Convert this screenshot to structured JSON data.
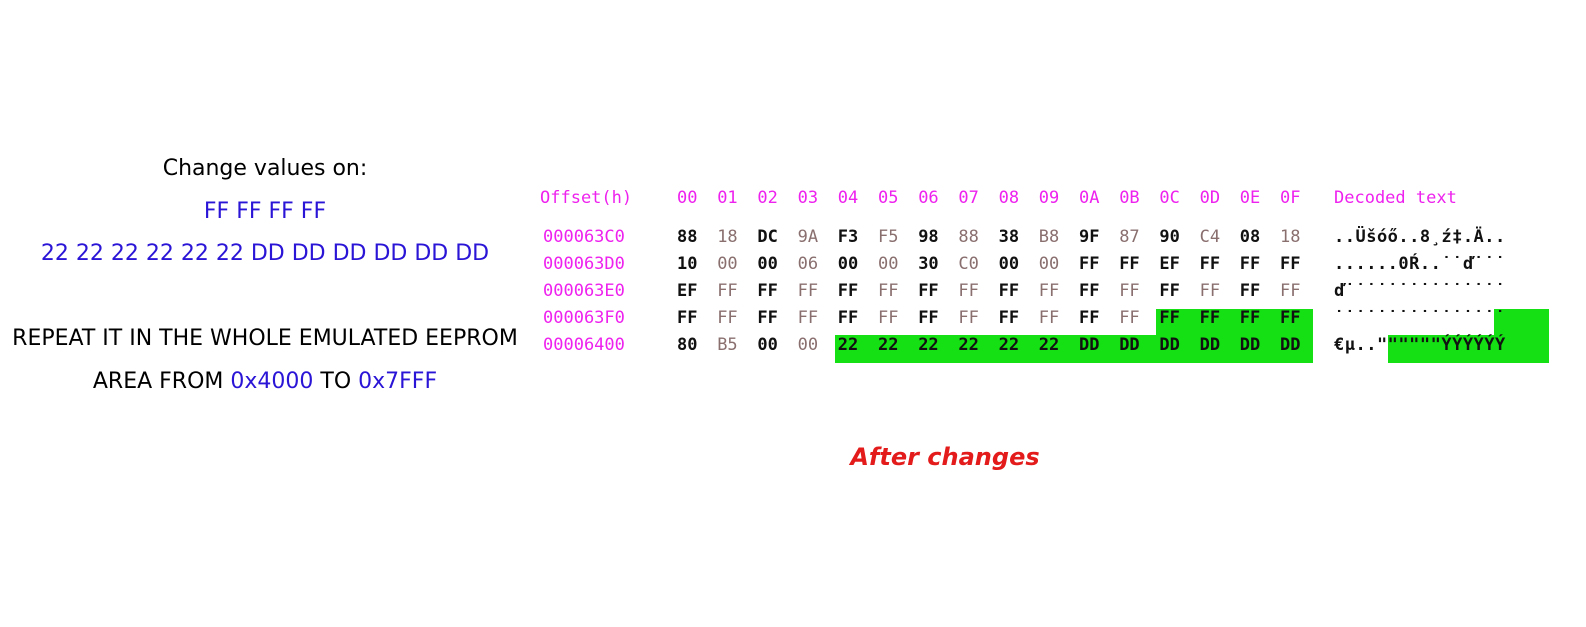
{
  "instructions": {
    "title": "Change values on:",
    "line1": "FF FF FF FF",
    "line2": "22 22 22 22 22 22 DD DD DD DD DD DD",
    "repeat_a": "REPEAT IT IN THE WHOLE EMULATED EEPROM",
    "repeat_b_prefix": "AREA FROM ",
    "repeat_b_start": "0x4000",
    "repeat_b_mid": " TO ",
    "repeat_b_end": "0x7FFF"
  },
  "hex_view": {
    "offset_header": "Offset(h)",
    "columns": [
      "00",
      "01",
      "02",
      "03",
      "04",
      "05",
      "06",
      "07",
      "08",
      "09",
      "0A",
      "0B",
      "0C",
      "0D",
      "0E",
      "0F"
    ],
    "decoded_header": "Decoded text",
    "rows": [
      {
        "offset": "000063C0",
        "bytes": [
          "88",
          "18",
          "DC",
          "9A",
          "F3",
          "F5",
          "98",
          "88",
          "38",
          "B8",
          "9F",
          "87",
          "90",
          "C4",
          "08",
          "18"
        ],
        "decoded": "..Üšóő..8¸ź‡.Ä.."
      },
      {
        "offset": "000063D0",
        "bytes": [
          "10",
          "00",
          "00",
          "06",
          "00",
          "00",
          "30",
          "C0",
          "00",
          "00",
          "FF",
          "FF",
          "EF",
          "FF",
          "FF",
          "FF"
        ],
        "decoded": "......0Ŕ..˙˙ď˙˙˙"
      },
      {
        "offset": "000063E0",
        "bytes": [
          "EF",
          "FF",
          "FF",
          "FF",
          "FF",
          "FF",
          "FF",
          "FF",
          "FF",
          "FF",
          "FF",
          "FF",
          "FF",
          "FF",
          "FF",
          "FF"
        ],
        "decoded": "ď˙˙˙˙˙˙˙˙˙˙˙˙˙˙˙"
      },
      {
        "offset": "000063F0",
        "bytes": [
          "FF",
          "FF",
          "FF",
          "FF",
          "FF",
          "FF",
          "FF",
          "FF",
          "FF",
          "FF",
          "FF",
          "FF",
          "FF",
          "FF",
          "FF",
          "FF"
        ],
        "decoded": "˙˙˙˙˙˙˙˙˙˙˙˙˙˙˙˙"
      },
      {
        "offset": "00006400",
        "bytes": [
          "80",
          "B5",
          "00",
          "00",
          "22",
          "22",
          "22",
          "22",
          "22",
          "22",
          "DD",
          "DD",
          "DD",
          "DD",
          "DD",
          "DD"
        ],
        "decoded": "€µ..\"\"\"\"\"\"ÝÝÝÝÝÝ"
      }
    ]
  },
  "caption": "After changes",
  "colors": {
    "blue_text": "#2a14d6",
    "offset_magenta": "#ee22ee",
    "highlight_green": "#14e014",
    "caption_red": "#e31b1b"
  }
}
